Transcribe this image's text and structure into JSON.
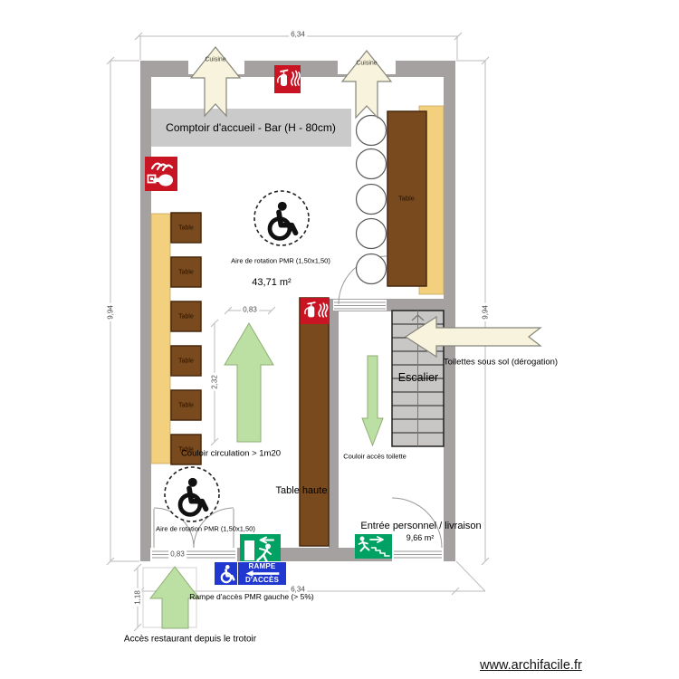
{
  "watermark": {
    "label": "www.archifacile.fr"
  },
  "colors": {
    "wall": "#a5a1a1",
    "wood": "#784a1e",
    "bench": "#f2d07e",
    "green_arrow": "#bcdfa3",
    "cream_arrow": "#f8f3dd",
    "exit_green": "#00a263",
    "safety_red": "#c81423",
    "sign_blue": "#2038d0"
  },
  "rooms": {
    "dining": {
      "area": "43,71 m²"
    },
    "back": {
      "label": "Entrée personnel / livraison",
      "area": "9,66 m²"
    }
  },
  "labels": {
    "comptoir": "Comptoir d'accueil - Bar (H - 80cm)",
    "cuisine": "Cuisine",
    "table": "Table",
    "table_haute": "Table haute",
    "aire_rotation": "Aire de rotation PMR (1,50x1,50)",
    "couloir_circulation": "Couloir circulation > 1m20",
    "couloir_toilette": "Couloir accès toilette",
    "escalier": "Escalier",
    "toilettes": "Toilettes sous sol (dérogation)",
    "rampe_note": "Rampe d'accès PMR gauche (> 5%)",
    "acces": "Accès restaurant depuis le trotoir"
  },
  "signs": {
    "rampe_line1": "RAMPE",
    "rampe_line2": "D'ACCÈS"
  },
  "dimensions": {
    "width_top": "6,34",
    "width_bottom": "6,34",
    "height_left": "9,94",
    "height_right": "9,94",
    "corridor_width": "0,83",
    "corridor_length": "2,32",
    "entry_door_width": "0,83",
    "ramp_length": "1,18"
  }
}
